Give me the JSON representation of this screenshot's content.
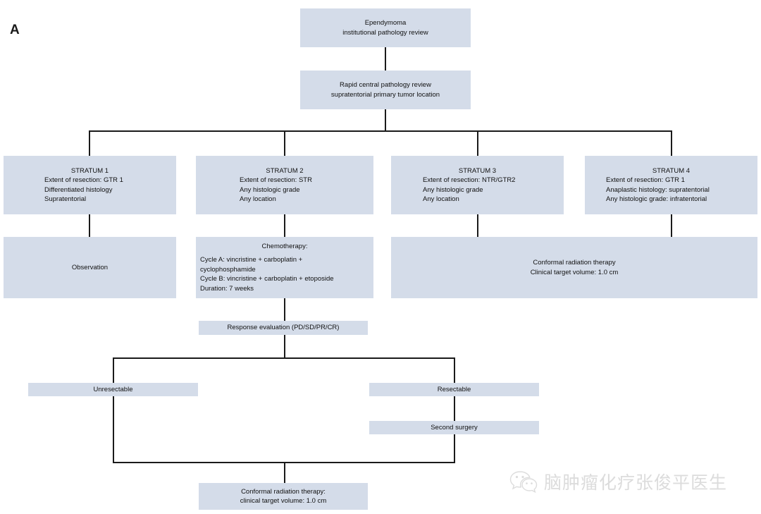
{
  "figure": {
    "panel_label": "A",
    "accent_fill": "#d4dce9",
    "line_color": "#1a1a1a"
  },
  "nodes": {
    "ependymoma": {
      "line1": "Ependymoma",
      "line2": "institutional pathology review"
    },
    "rapid_review": {
      "line1": "Rapid central pathology review",
      "line2": "supratentorial primary tumor location"
    },
    "stratum1": {
      "title": "STRATUM 1",
      "d1": "Extent of resection: GTR 1",
      "d2": "Differentiated histology",
      "d3": "Supratentorial"
    },
    "stratum2": {
      "title": "STRATUM 2",
      "d1": "Extent of resection: STR",
      "d2": "Any histologic grade",
      "d3": "Any location"
    },
    "stratum3": {
      "title": "STRATUM 3",
      "d1": "Extent of resection: NTR/GTR2",
      "d2": "Any histologic grade",
      "d3": "Any location"
    },
    "stratum4": {
      "title": "STRATUM 4",
      "d1": "Extent of resection: GTR 1",
      "d2": "Anaplastic histology: supratentorial",
      "d3": "Any histologic grade: infratentorial"
    },
    "observation": {
      "label": "Observation"
    },
    "chemotherapy": {
      "title": "Chemotherapy:",
      "cycle_a": "Cycle A: vincristine + carboplatin +",
      "cycle_a_cont": "cyclophosphamide",
      "cycle_b": "Cycle B: vincristine + carboplatin + etoposide",
      "duration": "Duration: 7 weeks"
    },
    "radiation_upper": {
      "line1": "Conformal radiation therapy",
      "line2": "Clinical target volume: 1.0 cm"
    },
    "response_evaluation": {
      "label": "Response evaluation (PD/SD/PR/CR)"
    },
    "unresectable": {
      "label": "Unresectable"
    },
    "resectable": {
      "label": "Resectable"
    },
    "second_surgery": {
      "label": "Second surgery"
    },
    "radiation_final": {
      "line1": "Conformal radiation therapy:",
      "line2": "clinical target volume: 1.0 cm"
    }
  },
  "watermark": {
    "icon": "wechat-icon",
    "text": "脑肿瘤化疗张俊平医生"
  }
}
